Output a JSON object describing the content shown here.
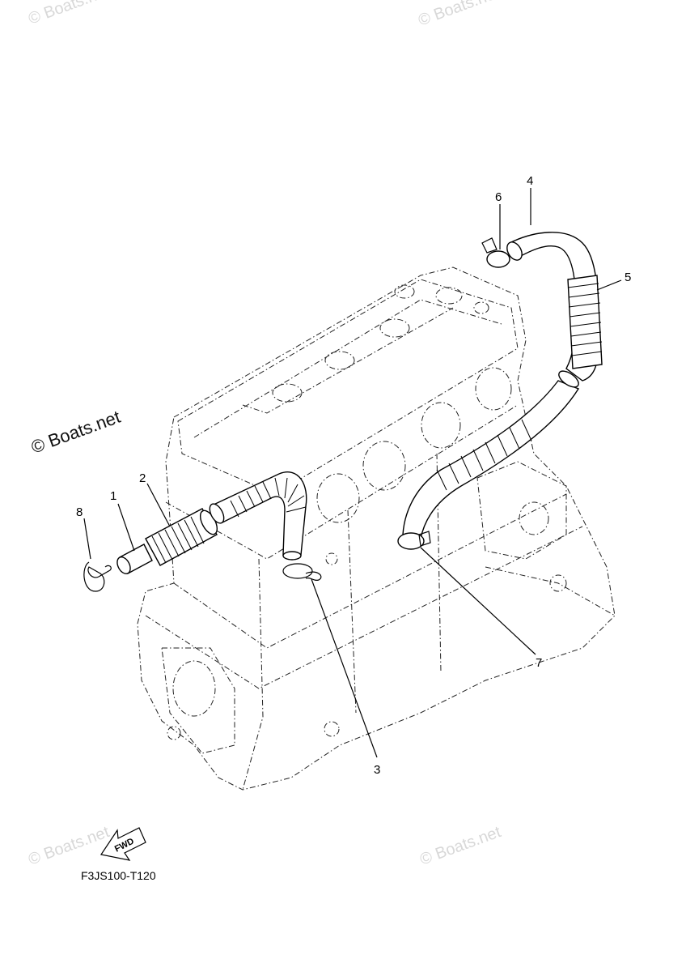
{
  "watermarks": {
    "top_left": "© Boats.net",
    "top_right": "© Boats.net",
    "center": "© Boats.net",
    "bottom_left": "© Boats.net",
    "bottom_right": "© Boats.net"
  },
  "callouts": [
    "1",
    "2",
    "3",
    "4",
    "5",
    "6",
    "7",
    "8"
  ],
  "fwd_label": "FWD",
  "diagram_code": "F3JS100-T120"
}
